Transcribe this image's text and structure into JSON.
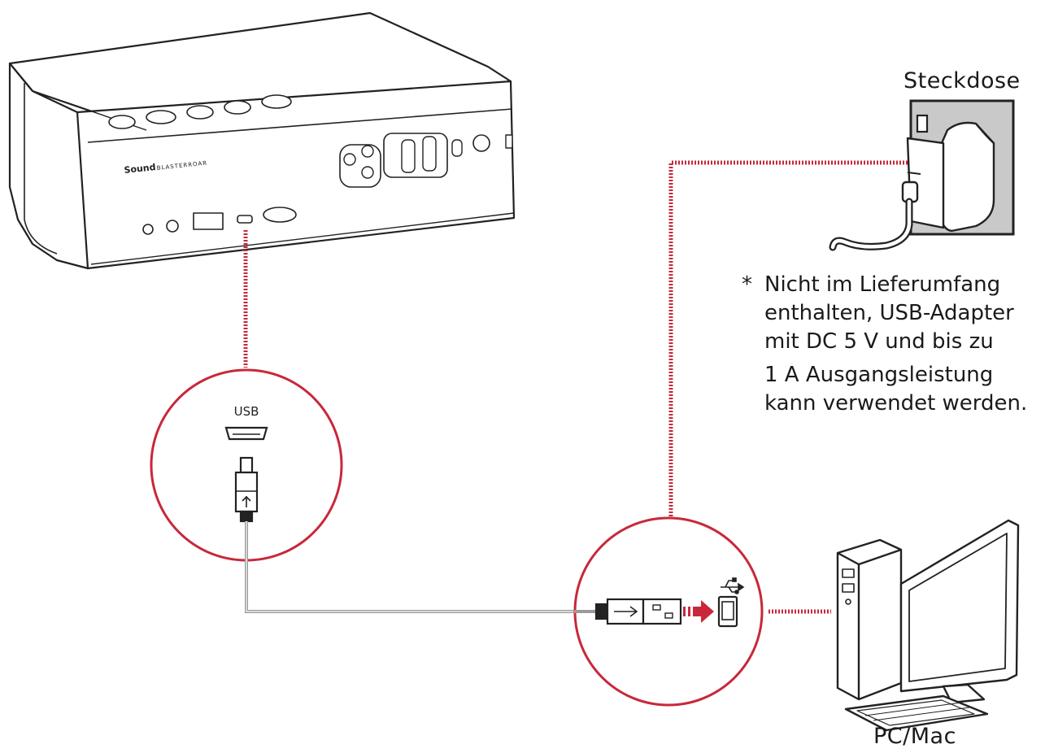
{
  "labels": {
    "speaker_brand": "Sound",
    "speaker_model": "BLASTERROAR",
    "usb_port": "USB",
    "wall_socket": "Steckdose",
    "computer": "PC/Mac"
  },
  "note": {
    "asterisk": "*",
    "lines": [
      "Nicht im Lieferumfang",
      "enthalten, USB-Adapter",
      "mit DC 5 V und bis zu",
      "1 A Ausgangsleistung",
      "kann verwendet werden."
    ]
  },
  "colors": {
    "accent_red": "#c8283a",
    "line_dark": "#222222",
    "cable_gray": "#9a9a9a",
    "socket_gray": "#c9c9c9"
  },
  "icons": {
    "speaker": "speaker-device-icon",
    "micro_usb_plug": "micro-usb-plug-icon",
    "usb_a_plug": "usb-a-plug-icon",
    "usb_port": "usb-a-port-icon",
    "usb_symbol": "usb-symbol-icon",
    "wall_adapter": "usb-wall-adapter-icon",
    "computer": "desktop-computer-icon"
  }
}
